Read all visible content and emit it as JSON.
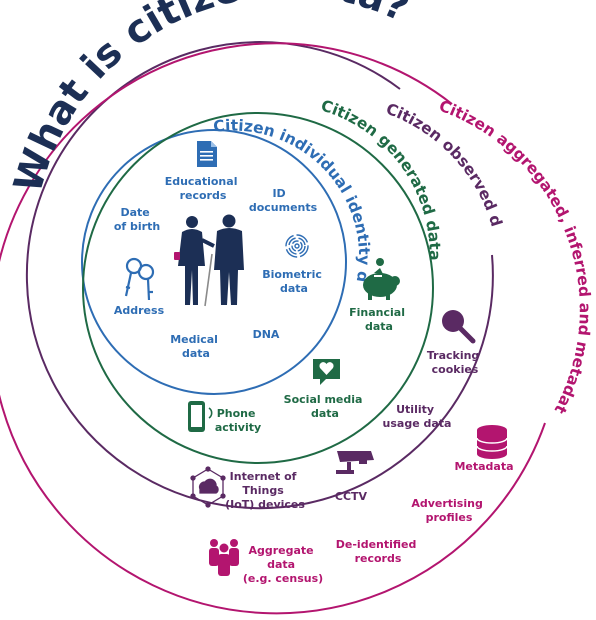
{
  "title": "What is citizen data?",
  "colors": {
    "navy": "#1c2f55",
    "blue": "#2e6db4",
    "green": "#1f6a45",
    "purple": "#5a2a63",
    "magenta": "#b3156f"
  },
  "rings": [
    {
      "label": "Citizen individual identity data",
      "color": "#2e6db4"
    },
    {
      "label": "Citizen generated data",
      "color": "#1f6a45"
    },
    {
      "label": "Citizen observed data",
      "color": "#5a2a63"
    },
    {
      "label": "Citizen aggregated, inferred and metadata",
      "color": "#b3156f"
    }
  ],
  "items": {
    "educational_records": [
      "Educational",
      "records"
    ],
    "id_documents": [
      "ID",
      "documents"
    ],
    "date_of_birth": [
      "Date",
      "of birth"
    ],
    "biometric_data": [
      "Biometric",
      "data"
    ],
    "address": [
      "Address"
    ],
    "medical_data": [
      "Medical",
      "data"
    ],
    "dna": [
      "DNA"
    ],
    "financial_data": [
      "Financial",
      "data"
    ],
    "social_media_data": [
      "Social media",
      "data"
    ],
    "phone_activity": [
      "Phone",
      "activity"
    ],
    "tracking_cookies": [
      "Tracking",
      "cookies"
    ],
    "utility_usage_data": [
      "Utility",
      "usage data"
    ],
    "metadata": [
      "Metadata"
    ],
    "iot_devices": [
      "Internet of",
      "Things",
      "(IoT) devices"
    ],
    "cctv": [
      "CCTV"
    ],
    "advertising_profiles": [
      "Advertising",
      "profiles"
    ],
    "aggregate_data": [
      "Aggregate",
      "data",
      "(e.g. census)"
    ],
    "deidentified_records": [
      "De-identified",
      "records"
    ]
  },
  "icons": {
    "document": "document-icon",
    "people": "citizens-illustration",
    "fingerprint": "fingerprint-icon",
    "keys": "keys-icon",
    "piggy_bank": "piggy-bank-icon",
    "chat_heart": "chat-heart-icon",
    "phone": "phone-icon",
    "magnifier": "magnifier-icon",
    "database": "database-icon",
    "iot": "iot-network-icon",
    "cctv": "cctv-camera-icon",
    "crowd": "crowd-icon"
  }
}
